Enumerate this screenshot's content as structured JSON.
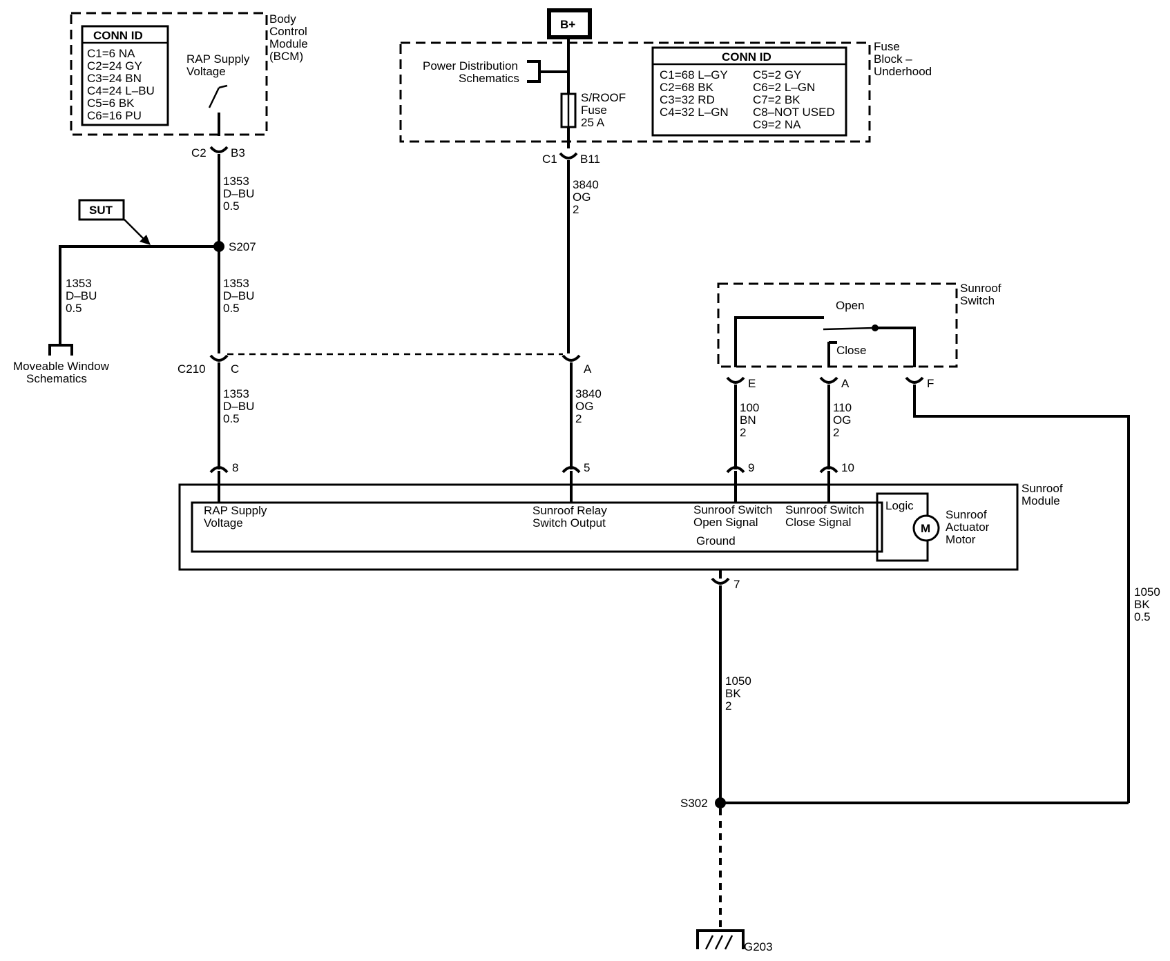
{
  "bcm": {
    "conn_title": "CONN ID",
    "conn_ids": [
      "C1=6 NA",
      "C2=24 GY",
      "C3=24 BN",
      "C4=24 L–BU",
      "C5=6 BK",
      "C6=16 PU"
    ],
    "name": [
      "Body",
      "Control",
      "Module",
      "(BCM)"
    ],
    "supply": [
      "RAP Supply",
      "Voltage"
    ],
    "conn_c": "C2",
    "conn_pin": "B3"
  },
  "battery": {
    "label": "B+"
  },
  "fuse_block": {
    "name": [
      "Fuse",
      "Block –",
      "Underhood"
    ],
    "power_dist": [
      "Power Distribution",
      "Schematics"
    ],
    "fuse": [
      "S/ROOF",
      "Fuse",
      "25 A"
    ],
    "conn_title": "CONN ID",
    "conn_ids_left": [
      "C1=68 L–GY",
      "C2=68 BK",
      "C3=32 RD",
      "C4=32 L–GN"
    ],
    "conn_ids_right": [
      "C5=2 GY",
      "C6=2 L–GN",
      "C7=2 BK",
      "C8–NOT USED",
      "C9=2 NA"
    ],
    "conn_c": "C1",
    "conn_pin": "B11"
  },
  "wires": {
    "bcm_out": [
      "1353",
      "D–BU",
      "0.5"
    ],
    "bcm_mid": [
      "1353",
      "D–BU",
      "0.5"
    ],
    "window": [
      "1353",
      "D–BU",
      "0.5"
    ],
    "c210_out": [
      "1353",
      "D–BU",
      "0.5"
    ],
    "fuse_out": [
      "3840",
      "OG",
      "2"
    ],
    "c210_a_out": [
      "3840",
      "OG",
      "2"
    ],
    "switch_open": [
      "100",
      "BN",
      "2"
    ],
    "switch_close": [
      "110",
      "OG",
      "2"
    ],
    "switch_ground": [
      "1050",
      "BK",
      "0.5"
    ],
    "module_ground": [
      "1050",
      "BK",
      "2"
    ]
  },
  "splices": {
    "s207": "S207",
    "s302": "S302"
  },
  "sut": "SUT",
  "moveable_window": [
    "Moveable Window",
    "Schematics"
  ],
  "c210": {
    "label": "C210",
    "pin_c": "C",
    "pin_a": "A"
  },
  "sunroof_switch": {
    "name": [
      "Sunroof",
      "Switch"
    ],
    "open": "Open",
    "close": "Close",
    "pin_e": "E",
    "pin_a": "A",
    "pin_f": "F"
  },
  "module": {
    "name": [
      "Sunroof",
      "Module"
    ],
    "pins": [
      "8",
      "5",
      "9",
      "10",
      "7"
    ],
    "rap": [
      "RAP Supply",
      "Voltage"
    ],
    "relay": [
      "Sunroof Relay",
      "Switch Output"
    ],
    "open_sig": [
      "Sunroof Switch",
      "Open Signal"
    ],
    "close_sig": [
      "Sunroof Switch",
      "Close Signal"
    ],
    "ground": "Ground",
    "logic": "Logic",
    "motor_symbol": "M",
    "motor": [
      "Sunroof",
      "Actuator",
      "Motor"
    ]
  },
  "ground": {
    "label": "G203"
  },
  "icons": {
    "ground_icon": "ground-symbol",
    "motor_icon": "motor-circle",
    "fuse_icon": "fuse-symbol"
  }
}
